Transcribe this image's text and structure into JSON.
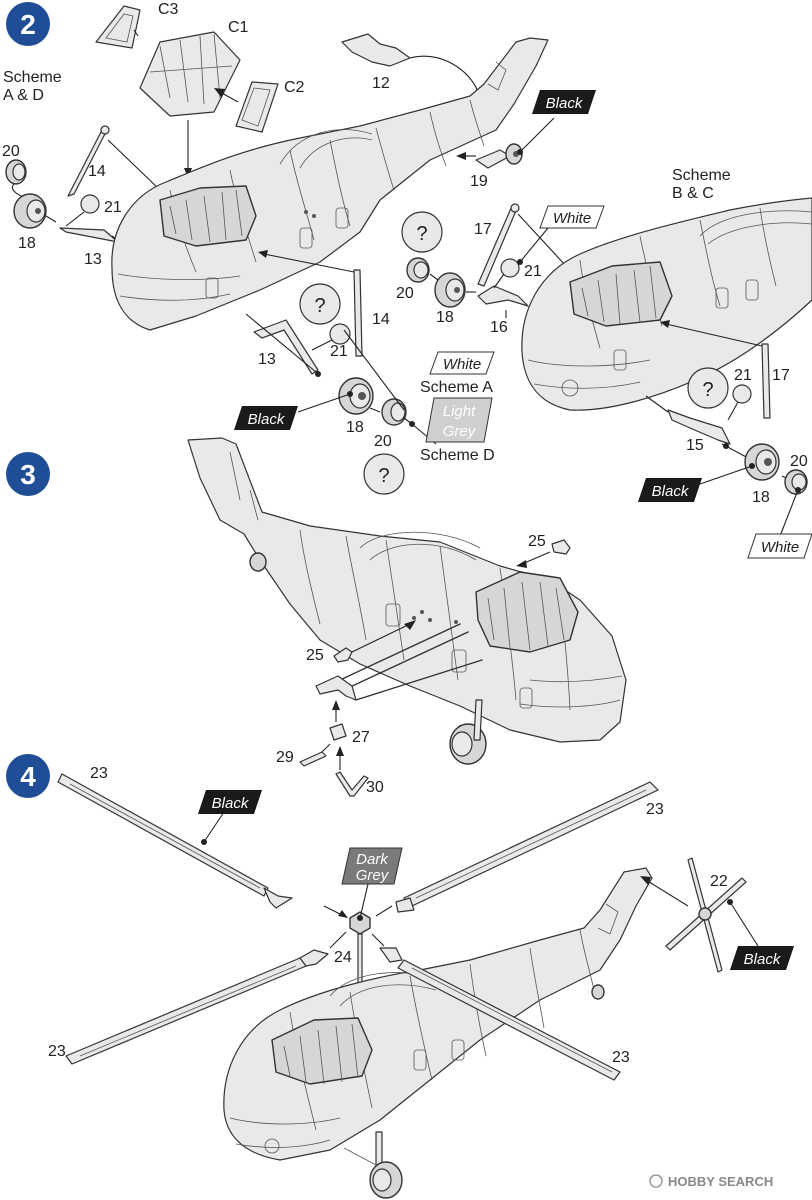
{
  "steps": {
    "s2": "2",
    "s3": "3",
    "s4": "4"
  },
  "step2": {
    "scheme_ad_line1": "Scheme",
    "scheme_ad_line2": "A & D",
    "scheme_bc_line1": "Scheme",
    "scheme_bc_line2": "B & C",
    "parts": {
      "c1": "C1",
      "c2": "C2",
      "c3": "C3",
      "p12": "12",
      "p19": "19",
      "p14a": "14",
      "p14b": "14",
      "p20a": "20",
      "p20b": "20",
      "p20c": "20",
      "p20d": "20",
      "p18a": "18",
      "p18b": "18",
      "p18c": "18",
      "p18d": "18",
      "p21a": "21",
      "p21b": "21",
      "p21c": "21",
      "p21d": "21",
      "p13a": "13",
      "p13b": "13",
      "p17a": "17",
      "p17b": "17",
      "p16": "16",
      "p15": "15"
    },
    "tags": {
      "black_tail": "Black",
      "white_bc": "White",
      "white_a": "White",
      "scheme_a": "Scheme A",
      "light_grey_l1": "Light",
      "light_grey_l2": "Grey",
      "scheme_d": "Scheme D",
      "black_wheel_ad": "Black",
      "black_wheel_bc": "Black",
      "white_wheel_bc": "White"
    },
    "question": "?"
  },
  "step3": {
    "parts": {
      "p25a": "25",
      "p25b": "25",
      "p27": "27",
      "p29": "29",
      "p30": "30"
    }
  },
  "step4": {
    "parts": {
      "p23a": "23",
      "p23b": "23",
      "p23c": "23",
      "p23d": "23",
      "p24": "24",
      "p22": "22"
    },
    "tags": {
      "black_blade": "Black",
      "dark_grey_l1": "Dark",
      "dark_grey_l2": "Grey",
      "black_tailrotor": "Black"
    }
  },
  "watermark": "HOBBY SEARCH",
  "colors": {
    "step_badge": "#1f4e96",
    "tag_black": "#1a1a1a",
    "tag_white": "#ffffff",
    "tag_light_grey": "#cfcfcf",
    "tag_dark_grey": "#7a7a7a"
  }
}
